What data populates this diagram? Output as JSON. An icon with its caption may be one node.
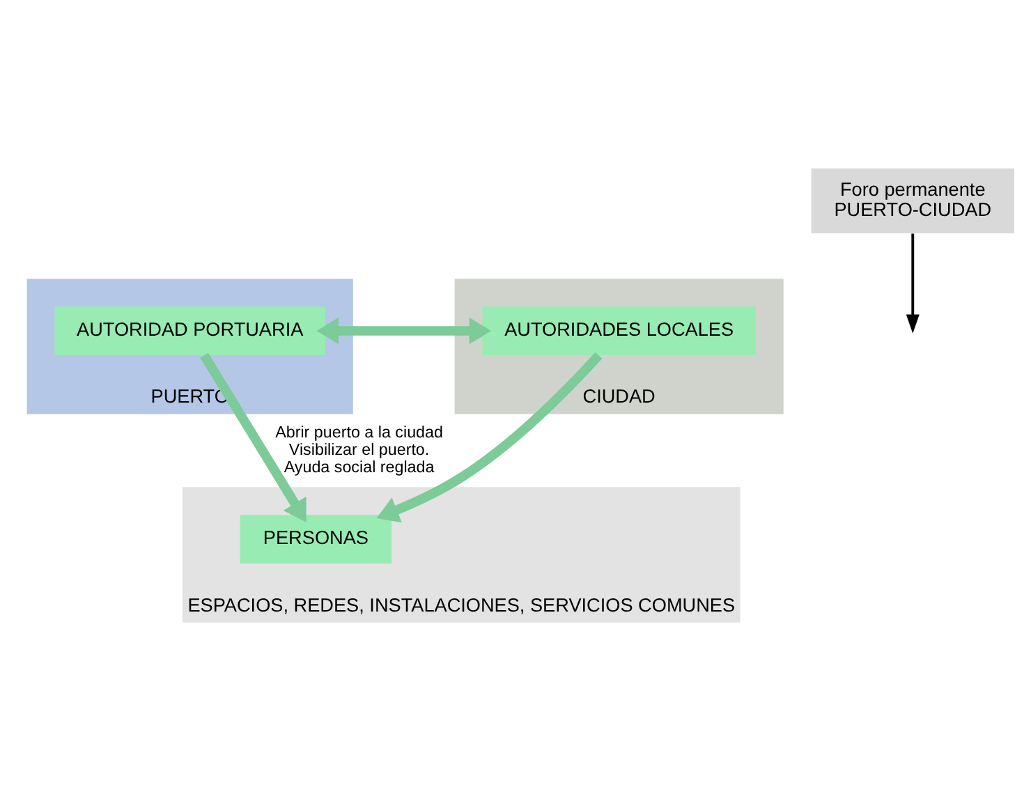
{
  "diagram": {
    "nodes": [
      {
        "text": [
          "PUERTO"
        ]
      },
      {
        "text": [
          "CIUDAD"
        ]
      },
      {
        "text": [
          "Foro permanente PUERTO-CIUDAD"
        ]
      },
      {
        "text": [
          "AUTORIDAD PORTUARIA"
        ],
        "in": 0
      },
      {
        "text": [
          "AUTORIDADES LOCALES"
        ],
        "in": 1
      },
      {
        "text": [
          "ESPACIOS, REDES, INSTALACIONES, SERVICIOS COMUNES"
        ]
      },
      {
        "text": [
          "PERSONAS"
        ],
        "in": 5
      }
    ],
    "edges": [
      {
        "from": 2,
        "to": null,
        "arrow": "to",
        "color": "#000000"
      },
      {
        "from": 3,
        "to": 4,
        "arrow": "both"
      },
      {
        "from": 3,
        "to": 6,
        "arrow": "to",
        "label": "Abrir puerto a la ciudad Visibilizar el puerto. Ayuda social reglada"
      },
      {
        "from": 4,
        "to": 6,
        "arrow": "to"
      }
    ]
  }
}
